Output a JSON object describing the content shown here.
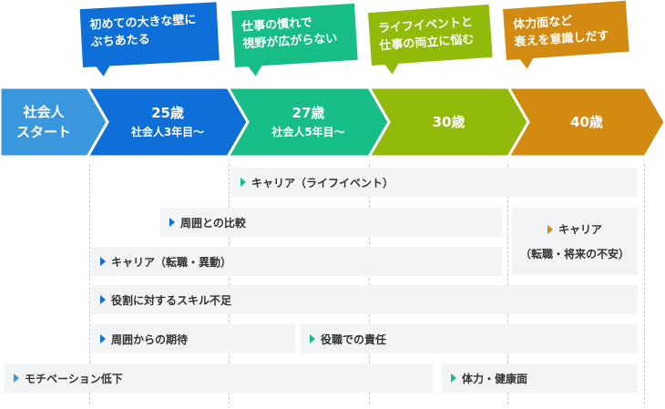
{
  "colors": {
    "blue_light": "#3b97dd",
    "blue": "#0f6fd8",
    "green": "#16bd87",
    "olive": "#92ba0b",
    "orange": "#d38a11",
    "bar_bg": "#f3f4f6",
    "text": "#333333"
  },
  "callouts": [
    {
      "lines": [
        "初めての大きな壁に",
        "ぶちあたる"
      ],
      "color": "blue"
    },
    {
      "lines": [
        "仕事の慣れで",
        "視野が広がらない"
      ],
      "color": "green"
    },
    {
      "lines": [
        "ライフイベントと",
        "仕事の両立に悩む"
      ],
      "color": "olive"
    },
    {
      "lines": [
        "体力面など",
        "衰えを意識しだす"
      ],
      "color": "orange"
    }
  ],
  "stages": [
    {
      "title": "社会人",
      "subtitle": "スタート",
      "color": "blue_light"
    },
    {
      "title": "25歳",
      "subtitle": "社会人3年目〜",
      "color": "blue"
    },
    {
      "title": "27歳",
      "subtitle": "社会人5年目〜",
      "color": "green"
    },
    {
      "title": "30歳",
      "subtitle": "",
      "color": "olive"
    },
    {
      "title": "40歳",
      "subtitle": "",
      "color": "orange"
    }
  ],
  "issues": [
    {
      "label": "キャリア（ライフイベント）",
      "color": "green"
    },
    {
      "label": "周囲との比較",
      "color": "blue"
    },
    {
      "label": "キャリア",
      "label2": "（転職・将来の不安）",
      "color": "orange"
    },
    {
      "label": "キャリア（転職・異動）",
      "color": "blue"
    },
    {
      "label": "役割に対するスキル不足",
      "color": "blue"
    },
    {
      "label": "周囲からの期待",
      "color": "blue"
    },
    {
      "label": "役職での責任",
      "color": "green"
    },
    {
      "label": "モチベーション低下",
      "color": "blue_light"
    },
    {
      "label": "体力・健康面",
      "color": "green"
    }
  ]
}
